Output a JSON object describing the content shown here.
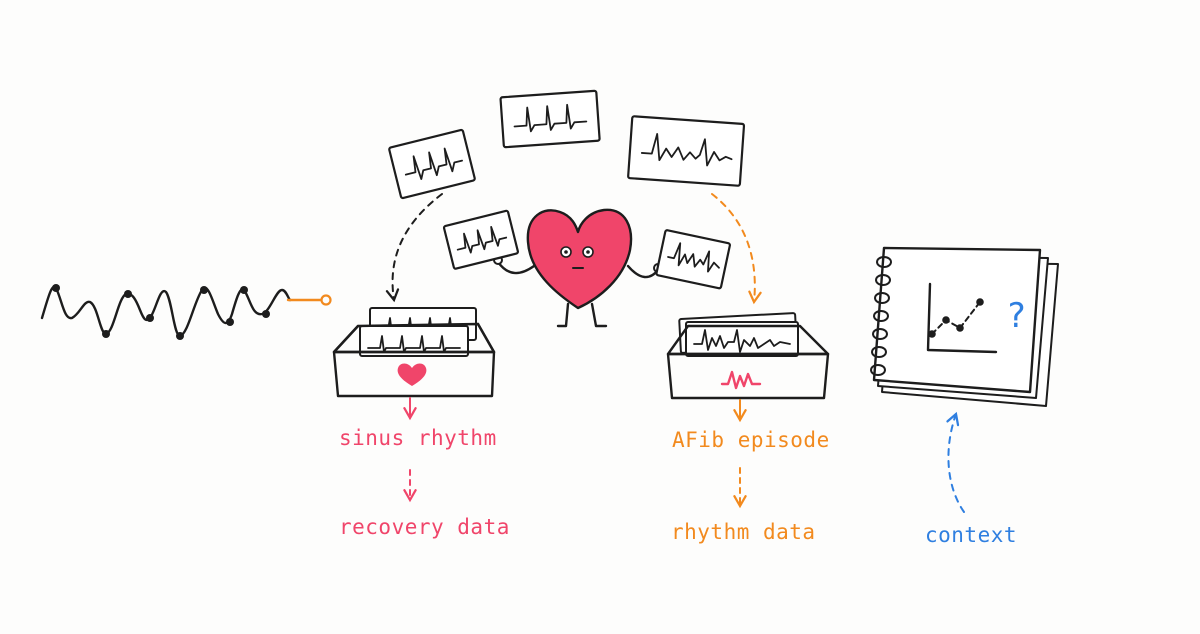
{
  "colors": {
    "ink": "#1d1d1d",
    "sinus": "#f0456a",
    "afib": "#f28a1e",
    "context": "#2f7fe0",
    "heart": "#f0456a"
  },
  "labels": {
    "sinus_rhythm": "sinus rhythm",
    "recovery_data": "recovery data",
    "afib_episode": "AFib episode",
    "rhythm_data": "rhythm data",
    "context": "context",
    "question_mark": "?"
  },
  "icons": {
    "sorted_box_symbol": "heart-icon",
    "afib_box_symbol": "zigzag-icon",
    "mascot": "heart-mascot",
    "notebook": "spiral-notebook"
  }
}
